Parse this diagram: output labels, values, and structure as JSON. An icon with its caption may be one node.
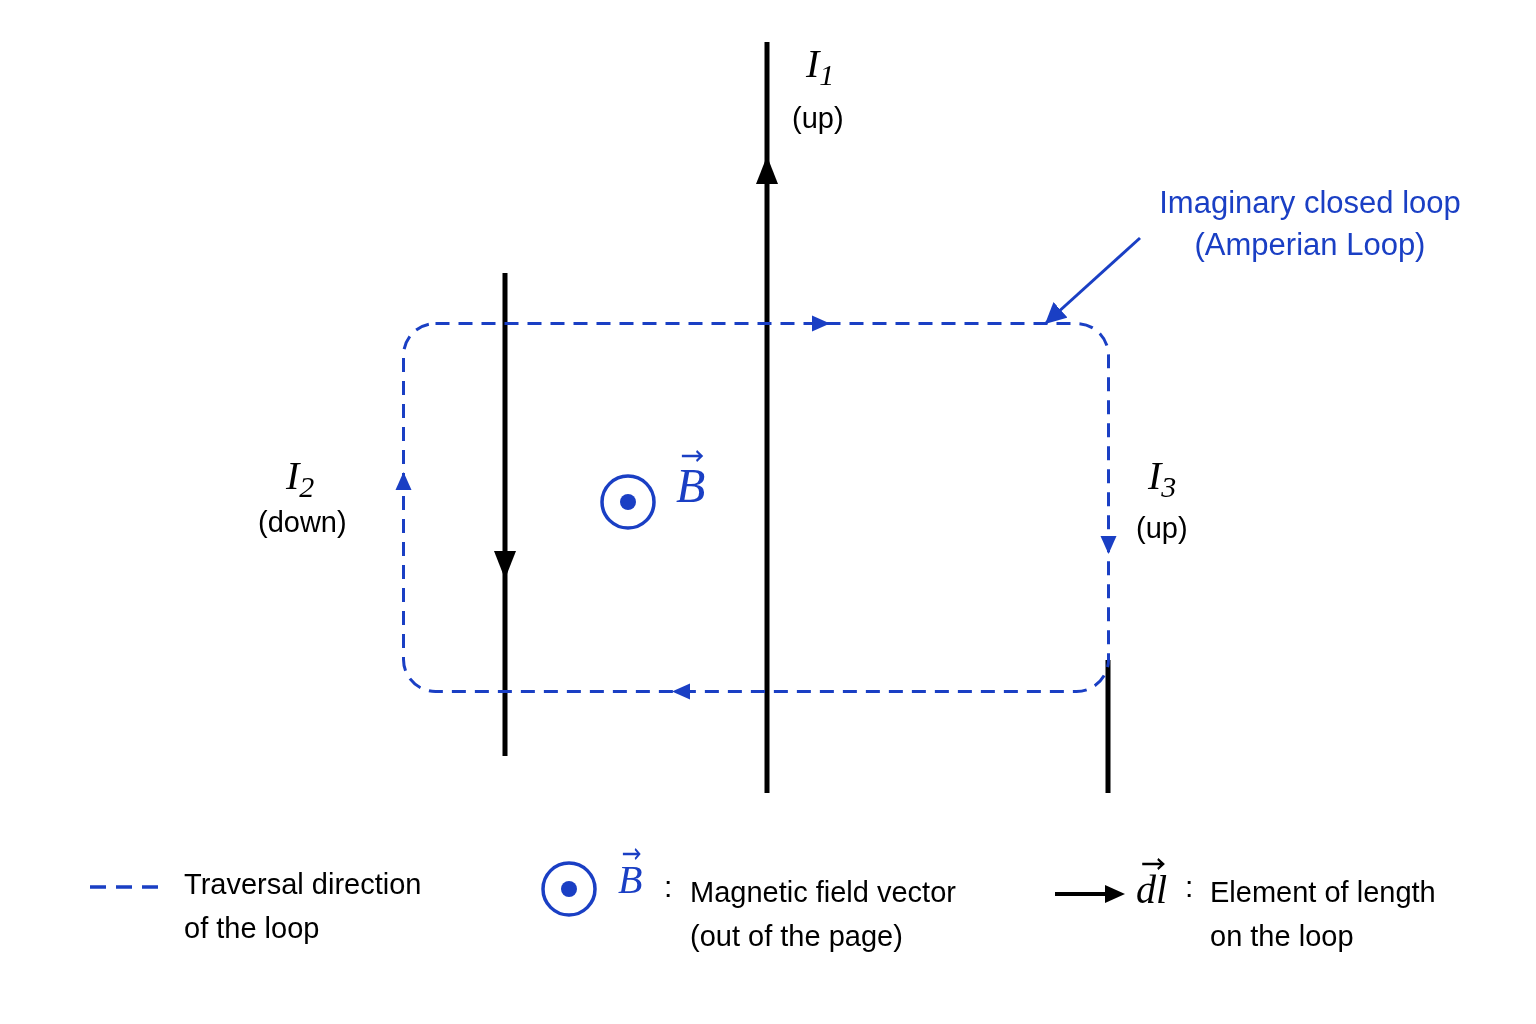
{
  "diagram": {
    "nodes": [
      {
        "text": [
          "Imaginary closed loop (Amperian Loop)"
        ]
      },
      {
        "text": [],
        "shape": "box"
      }
    ],
    "edges": [
      {
        "from": 0,
        "to": 1,
        "arrow": "to",
        "color": "#1a3fc4"
      }
    ],
    "labels": [
      "I$_{1}$",
      "(up)",
      "I$_{2}$",
      "(down)",
      "B",
      "I$_{3}$",
      "(up)",
      "B",
      ":",
      "dl",
      ":"
    ],
    "legend": [
      {
        "text": "Traversal direction of the loop"
      },
      {
        "text": "Magnetic field vector (out of the page)"
      },
      {
        "text": "Element of length on the loop"
      }
    ]
  }
}
